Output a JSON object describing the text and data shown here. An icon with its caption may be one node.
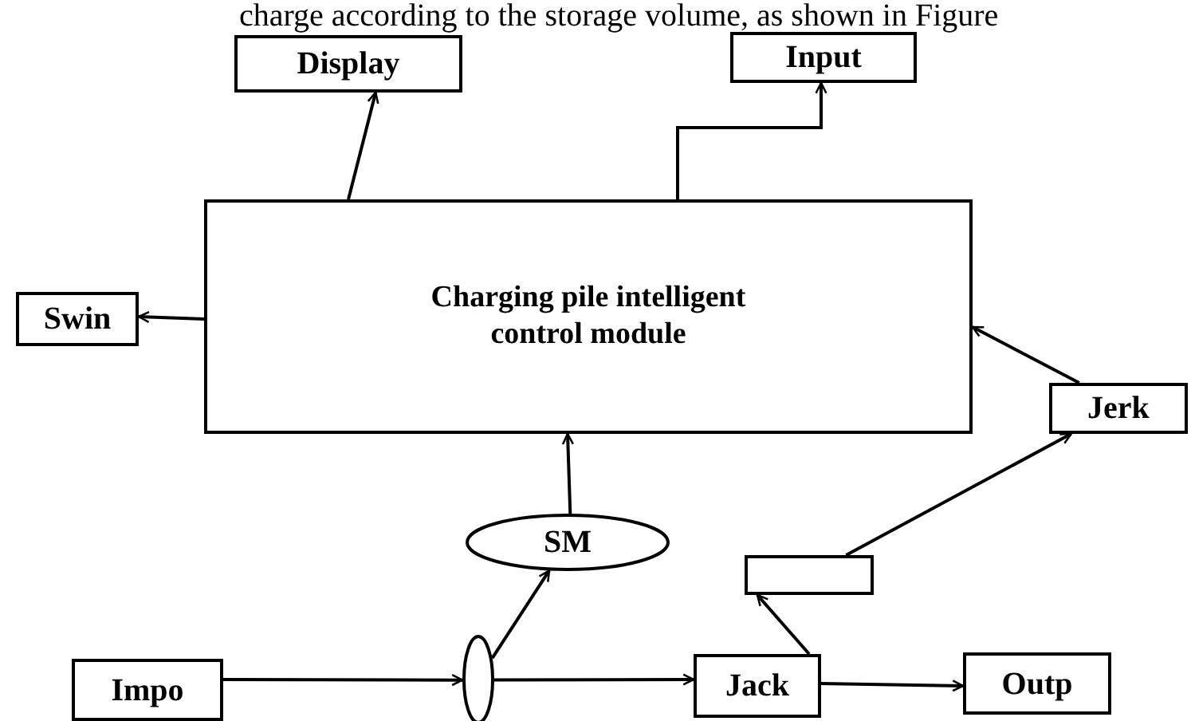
{
  "diagram": {
    "nodes": [
      {
        "text": [
          "Display"
        ]
      },
      {
        "text": [
          "Input"
        ]
      },
      {
        "text": [
          "Charging pile intelligent control module"
        ]
      },
      {
        "text": [
          "Swin"
        ]
      },
      {
        "text": [
          "Jerk"
        ]
      },
      {
        "text": [
          "SM"
        ]
      },
      {
        "text": [],
        "shape": "box"
      },
      {
        "text": [],
        "shape": "ellipse"
      },
      {
        "text": [
          "Impo"
        ]
      },
      {
        "text": [
          "Jack"
        ]
      },
      {
        "text": [
          "Outp"
        ]
      }
    ],
    "edges": [
      {
        "from": 2,
        "to": 0,
        "arrow": "to"
      },
      {
        "from": 2,
        "to": 1,
        "arrow": "to"
      },
      {
        "from": 2,
        "to": 3,
        "arrow": "to"
      },
      {
        "from": 4,
        "to": 2,
        "arrow": "to"
      },
      {
        "from": 5,
        "to": 2,
        "arrow": "to"
      },
      {
        "from": 7,
        "to": 5,
        "arrow": "to"
      },
      {
        "from": 8,
        "to": 7,
        "arrow": "to"
      },
      {
        "from": 7,
        "to": 9,
        "arrow": "to"
      },
      {
        "from": 9,
        "to": 10,
        "arrow": "to"
      },
      {
        "from": 9,
        "to": 6,
        "arrow": "to"
      },
      {
        "from": 6,
        "to": 4,
        "arrow": "to"
      }
    ],
    "labels": [
      "charge according to the storage volume, as shown in Figure"
    ]
  }
}
